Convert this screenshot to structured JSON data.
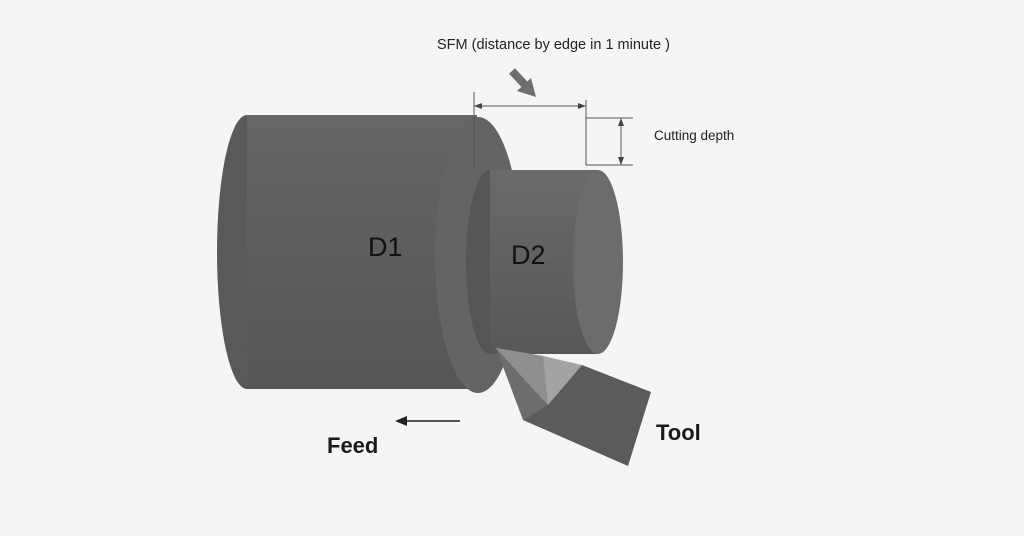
{
  "diagram": {
    "sfm_label": "SFM (distance by edge in 1 minute )",
    "cutting_depth_label": "Cutting depth",
    "d1_label": "D1",
    "d2_label": "D2",
    "feed_label": "Feed",
    "tool_label": "Tool"
  },
  "colors": {
    "background": "#f5f5f5",
    "workpiece_body": "#5f5f5f",
    "workpiece_end": "#666666",
    "tool_dark": "#5b5b5b",
    "tool_light": "#9e9e9e",
    "arrow_gray": "#6e6e6e",
    "text": "#1a1a1a"
  },
  "icons": {
    "feed_arrow": "left-arrow",
    "sfm_pointer": "down-right-arrow"
  }
}
